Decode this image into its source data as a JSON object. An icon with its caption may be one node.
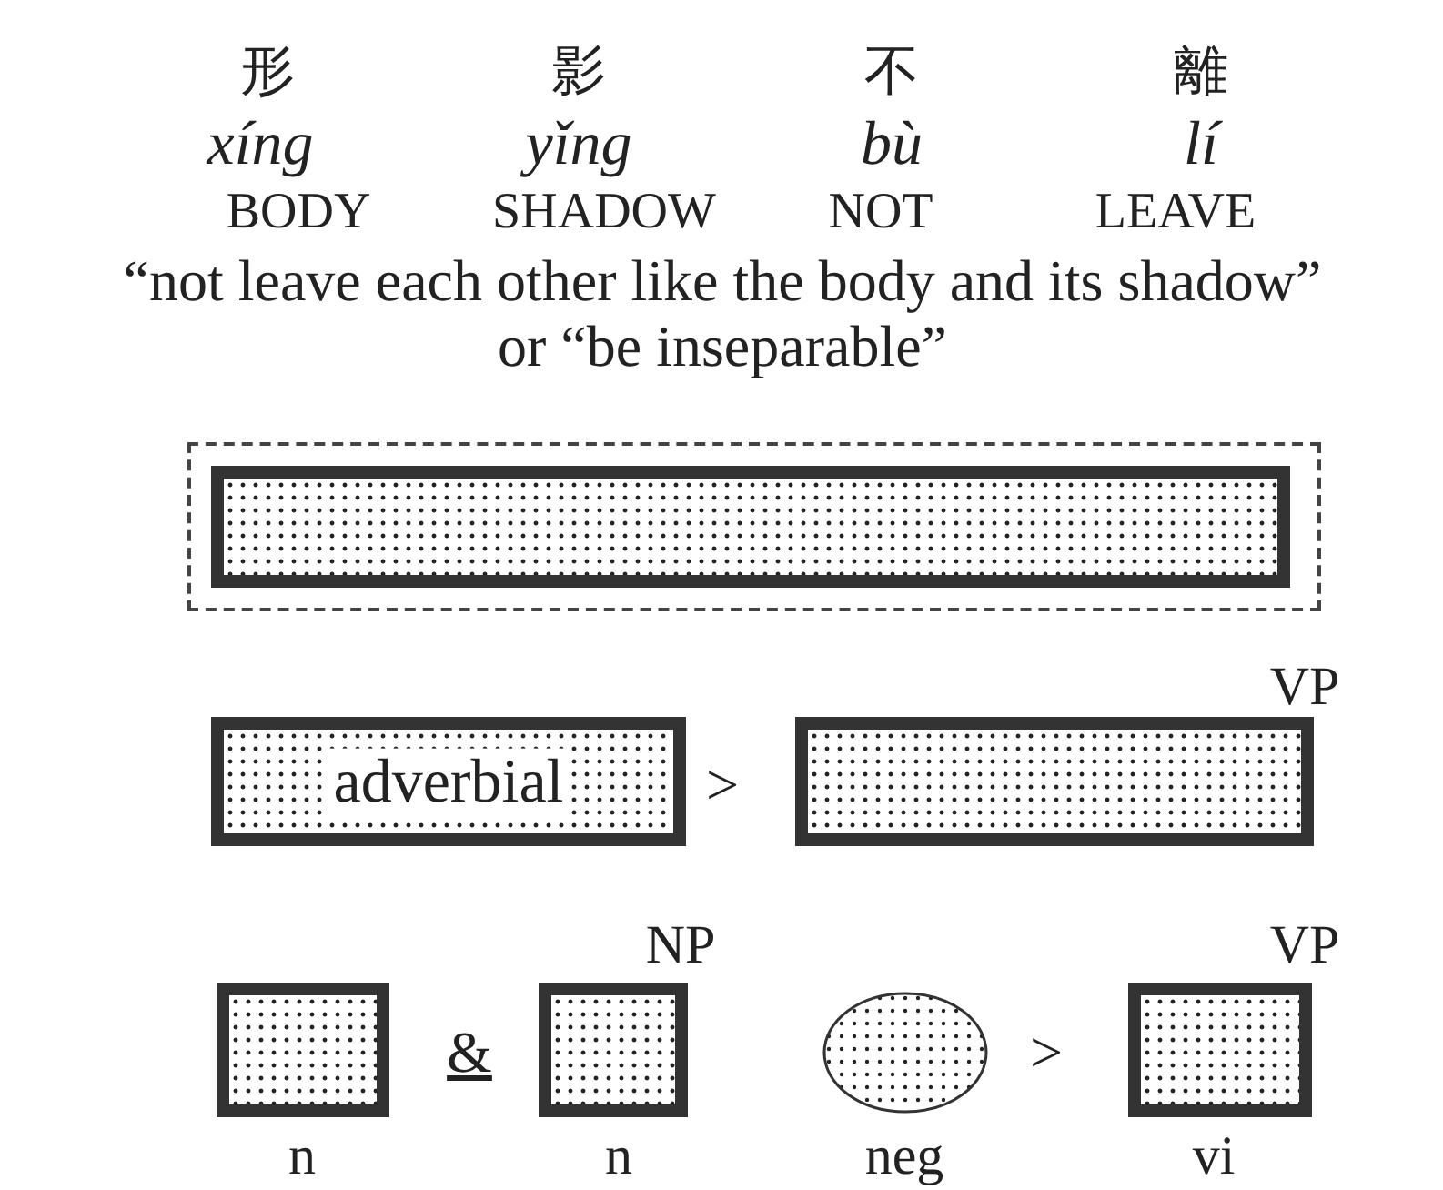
{
  "diagram": {
    "nodes": [
      {
        "text": [],
        "shape": "box"
      },
      {
        "text": [],
        "shape": "box",
        "in": 0
      },
      {
        "text": [
          "adverbial"
        ]
      },
      {
        "text": [],
        "shape": "box",
        "beside": [
          "VP"
        ]
      },
      {
        "text": [],
        "shape": "box",
        "beside": [
          "n"
        ]
      },
      {
        "text": [],
        "shape": "box",
        "beside": [
          "NP",
          "n"
        ]
      },
      {
        "text": [],
        "shape": "circle",
        "beside": [
          "neg"
        ]
      },
      {
        "text": [],
        "shape": "box",
        "beside": [
          "VP",
          "vi"
        ]
      }
    ],
    "labels": [
      "形",
      "影",
      "不",
      "離",
      "xíng",
      "yǐng",
      "bù",
      "lí",
      "BODY",
      "SHADOW",
      "NOT",
      "LEAVE",
      "“not leave each other like the body and its shadow”",
      "or “be inseparable”",
      ">",
      "&",
      ">"
    ]
  }
}
